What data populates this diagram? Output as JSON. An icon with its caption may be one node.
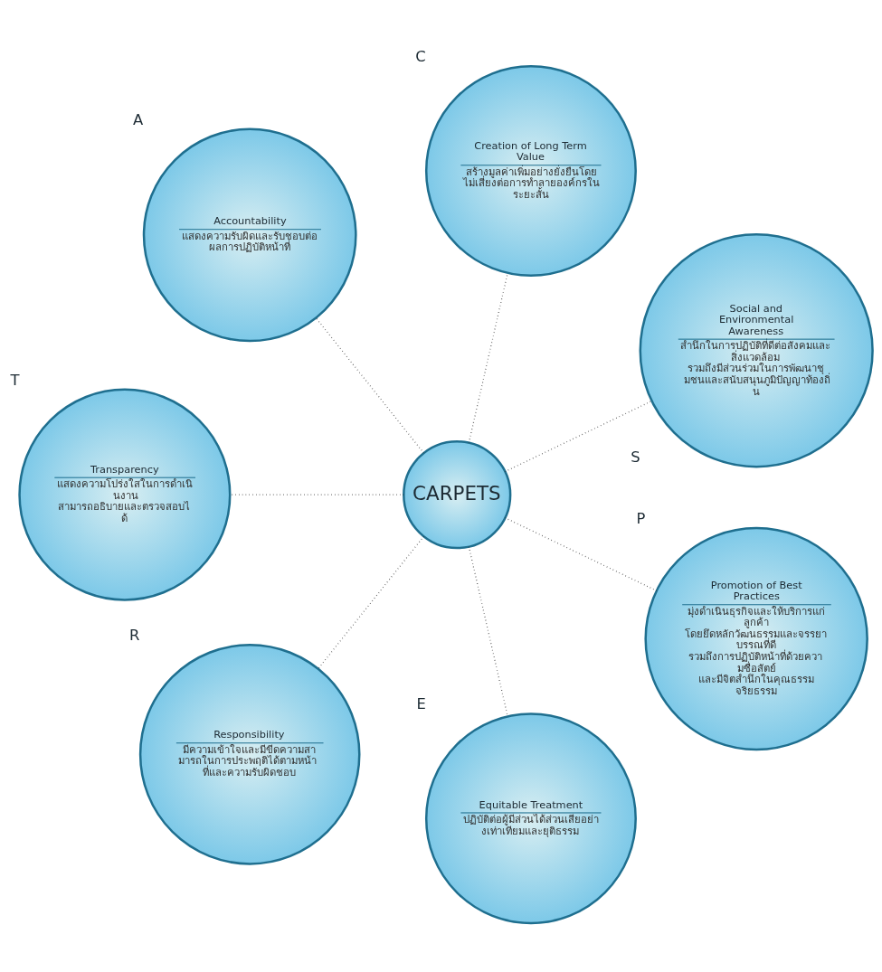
{
  "diagram": {
    "nodes": [
      {
        "text": [
          "CARPETS"
        ]
      },
      {
        "text": [
          "Social and Environmental Awareness",
          "สำนึกในการปฏิบัติที่ดีต่อสังคมและสิ่งแวดล้อม รวมถึงมีส่วนร่วมในการพัฒนาชุมชนและสนับสนุนภูมิปัญญาท้องถิ่น"
        ],
        "beside": [
          "S"
        ]
      },
      {
        "text": [
          "Creation of Long Term Value",
          "สร้างมูลค่าเพิ่มอย่างยั่งยืนโดยไม่เสี่ยงต่อการทำลายองค์กรในระยะสั้น"
        ],
        "beside": [
          "C"
        ]
      },
      {
        "text": [
          "Accountability",
          "แสดงความรับผิดและรับชอบต่อผลการปฏิบัติหน้าที่"
        ],
        "beside": [
          "A"
        ]
      },
      {
        "text": [
          "Transparency",
          "แสดงความโปร่งใสในการดำเนินงาน สามารถอธิบายและตรวจสอบได้"
        ],
        "beside": [
          "T"
        ]
      },
      {
        "text": [
          "Responsibility",
          "มีความเข้าใจและมีขีดความสามารถในการประพฤติได้ตามหน้าที่และความรับผิดชอบ"
        ],
        "beside": [
          "R"
        ]
      },
      {
        "text": [
          "Equitable Treatment",
          "ปฏิบัติต่อผู้มีส่วนได้ส่วนเสียอย่างเท่าเทียมและยุติธรรม"
        ],
        "beside": [
          "E"
        ]
      },
      {
        "text": [
          "Promotion of Best Practices",
          "มุ่งดำเนินธุรกิจและให้บริการแก่ลูกค้า โดยยึดหลักวัฒนธรรมและจรรยาบรรณที่ดี รวมถึงการปฏิบัติหน้าที่ด้วยความซื่อสัตย์ และมีจิตสำนึกในคุณธรรม จริยธรรม"
        ],
        "beside": [
          "P"
        ]
      }
    ],
    "edges": [
      {
        "from": 0,
        "to": 1,
        "arrow": "none",
        "style": "dashed"
      },
      {
        "from": 0,
        "to": 2,
        "arrow": "none",
        "style": "dashed"
      },
      {
        "from": 0,
        "to": 3,
        "arrow": "none",
        "style": "dashed"
      },
      {
        "from": 0,
        "to": 4,
        "arrow": "none",
        "style": "dashed"
      },
      {
        "from": 0,
        "to": 5,
        "arrow": "none",
        "style": "dashed"
      },
      {
        "from": 0,
        "to": 6,
        "arrow": "none",
        "style": "dashed"
      },
      {
        "from": 0,
        "to": 7,
        "arrow": "none",
        "style": "dashed"
      }
    ]
  }
}
